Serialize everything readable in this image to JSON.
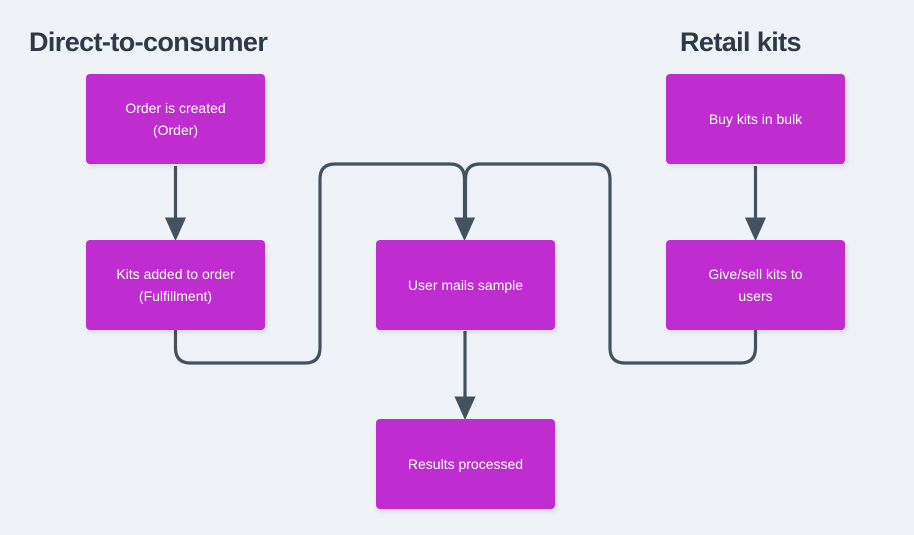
{
  "diagram": {
    "background_color": "#eff2f6",
    "node_color": "#bf2ccf",
    "node_text_color": "#ffffff",
    "edge_color": "#44525f",
    "title_color": "#2e3a47",
    "columns": [
      {
        "id": "direct-to-consumer",
        "title": "Direct-to-consumer"
      },
      {
        "id": "retail-kits",
        "title": "Retail kits"
      }
    ],
    "nodes": [
      {
        "id": "order",
        "line1": "Order is created",
        "line2": "(Order)"
      },
      {
        "id": "kits-added",
        "line1": "Kits added to order",
        "line2": "(Fulfillment)"
      },
      {
        "id": "buy-bulk",
        "line1": "Buy kits in bulk",
        "line2": ""
      },
      {
        "id": "give-sell",
        "line1": "Give/sell kits to",
        "line2": "users"
      },
      {
        "id": "user-mails",
        "line1": "User mails sample",
        "line2": ""
      },
      {
        "id": "results",
        "line1": "Results processed",
        "line2": ""
      }
    ],
    "edges": [
      {
        "id": "order-to-kits-added",
        "from": "order",
        "to": "kits-added",
        "style": "straight-arrow"
      },
      {
        "id": "buy-bulk-to-give-sell",
        "from": "buy-bulk",
        "to": "give-sell",
        "style": "straight-arrow"
      },
      {
        "id": "kits-added-to-user-mails",
        "from": "kits-added",
        "to": "user-mails",
        "style": "elbow-arrow"
      },
      {
        "id": "give-sell-to-user-mails",
        "from": "give-sell",
        "to": "user-mails",
        "style": "elbow-arrow"
      },
      {
        "id": "user-mails-to-results",
        "from": "user-mails",
        "to": "results",
        "style": "straight-arrow"
      }
    ]
  }
}
